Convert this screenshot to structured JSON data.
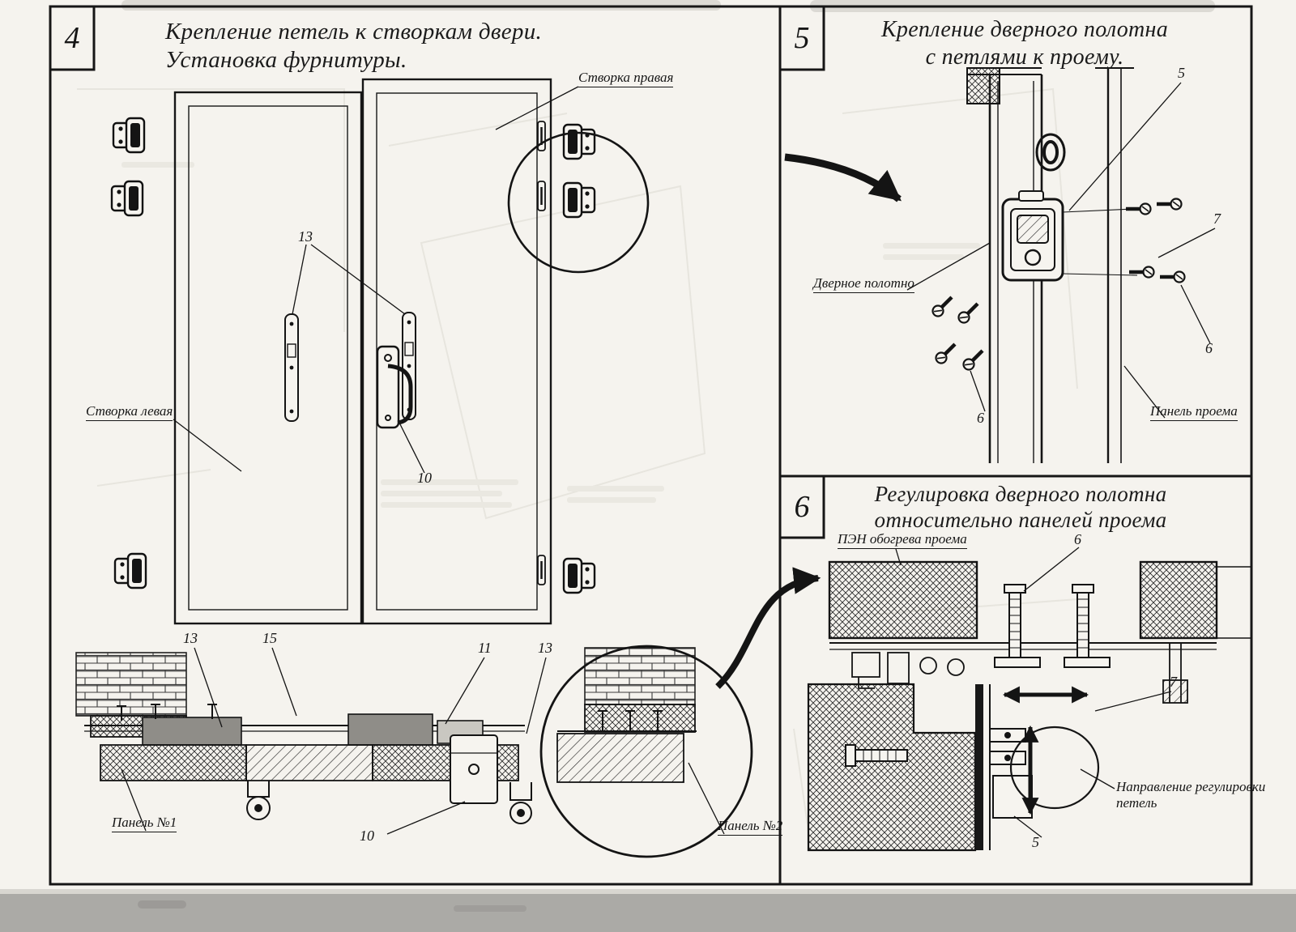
{
  "sheet": {
    "background": "#f5f3ee",
    "ink": "#1a1a1a"
  },
  "panel4": {
    "number": "4",
    "title_line1": "Крепление петель к створкам двери.",
    "title_line2": "Установка фурнитуры.",
    "label_right_leaf": "Створка правая",
    "label_left_leaf": "Створка левая",
    "label_panel_1": "Панель №1",
    "label_panel_2": "Панель №2",
    "callout_hinge_plates": "13",
    "callout_latch": "10",
    "callout_bottom_13_left": "13",
    "callout_bottom_15": "15",
    "callout_bottom_11": "11",
    "callout_bottom_13_right": "13",
    "callout_bottom_10": "10"
  },
  "panel5": {
    "number": "5",
    "title_line1": "Крепление дверного полотна",
    "title_line2": "с петлями к проему.",
    "label_door_leaf": "Дверное полотно",
    "label_opening_panel": "Панель проема",
    "callout_hinge": "5",
    "callout_7": "7",
    "callout_screws_right": "6",
    "callout_screws_left": "6"
  },
  "panel6": {
    "number": "6",
    "title_line1": "Регулировка дверного полотна",
    "title_line2": "относительно панелей проема",
    "label_heater": "ПЭН обогрева проема",
    "label_direction_line1": "Направление регулировки",
    "label_direction_line2": "петель",
    "callout_bolt": "6",
    "callout_7": "7",
    "callout_5": "5"
  }
}
